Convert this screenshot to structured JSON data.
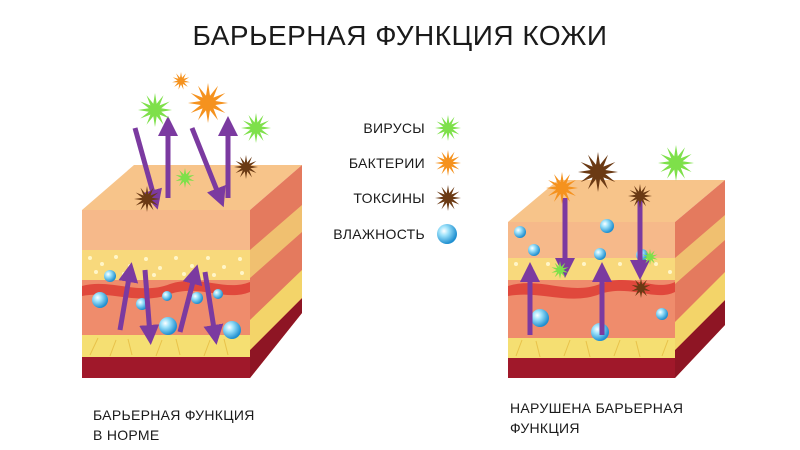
{
  "title": "БАРЬЕРНАЯ ФУНКЦИЯ КОЖИ",
  "legend": [
    {
      "label": "ВИРУСЫ",
      "icon": "virus-icon",
      "color": "#7ee04a"
    },
    {
      "label": "БАКТЕРИИ",
      "icon": "bacteria-icon",
      "color": "#f5921e"
    },
    {
      "label": "ТОКСИНЫ",
      "icon": "toxin-icon",
      "color": "#6b3a14"
    },
    {
      "label": "ВЛАЖНОСТЬ",
      "icon": "moisture-icon",
      "color": "#3fb6e8"
    }
  ],
  "captions": {
    "normal": [
      "БАРЬЕРНАЯ ФУНКЦИЯ",
      "В НОРМЕ"
    ],
    "damaged": [
      "НАРУШЕНА БАРЬЕРНАЯ",
      "ФУНКЦИЯ"
    ]
  },
  "colors": {
    "arrow": "#7b3aa0",
    "epidermis_top": "#f7c48a",
    "epidermis_front": "#f6b98a",
    "dermis": "#f08a6a",
    "fat_layer": "#f5df72",
    "base": "#a0182a"
  }
}
